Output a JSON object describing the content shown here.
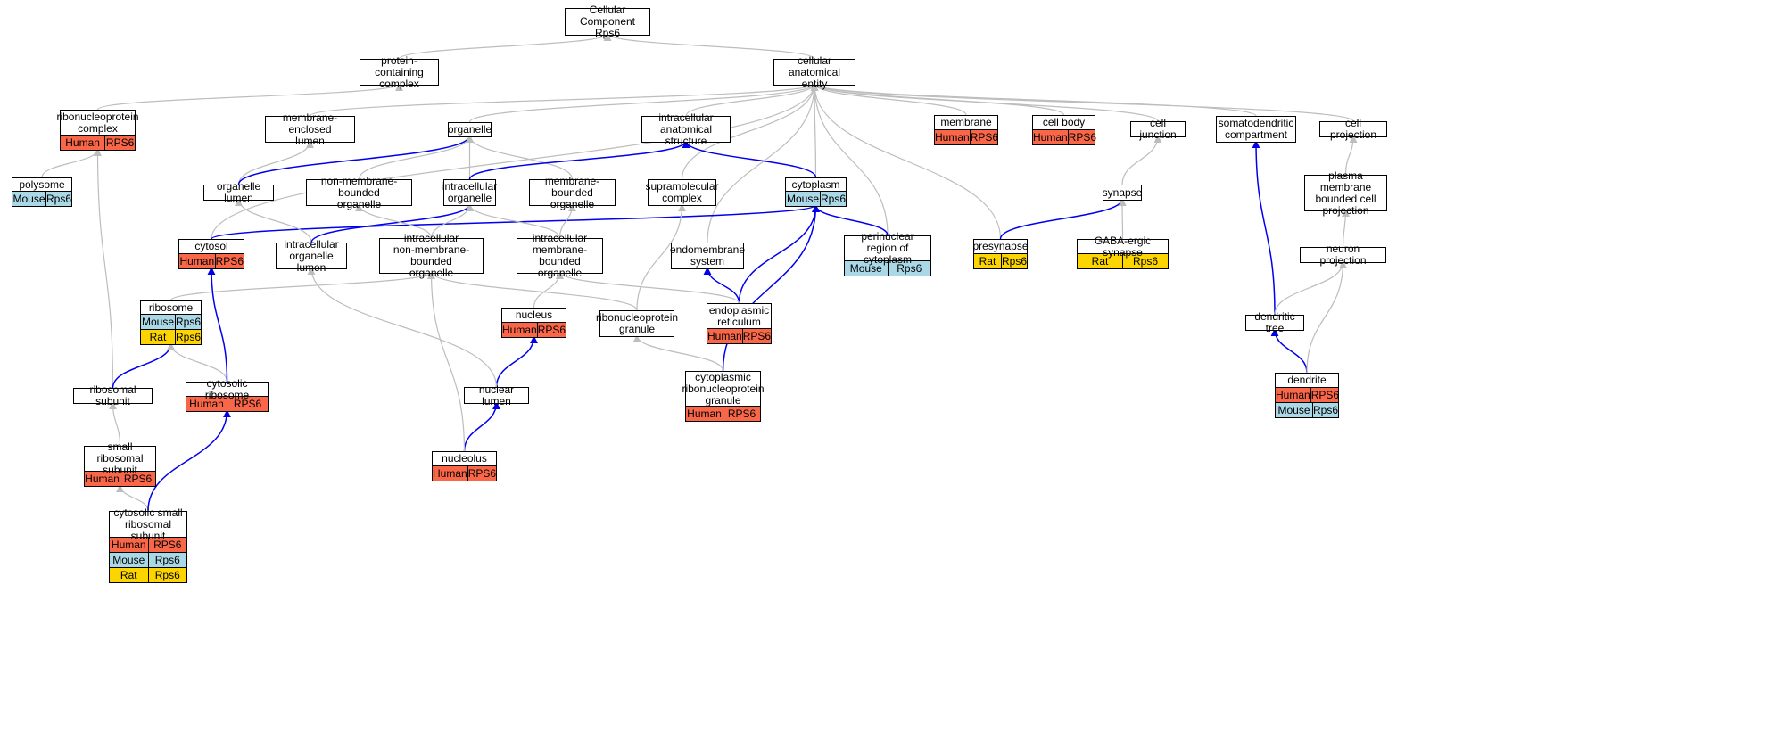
{
  "colors": {
    "gray_edge": "#bdbdbd",
    "blue_edge": "#0000ee",
    "Human": "#f96748",
    "Mouse": "#aad8e6",
    "Rat": "#fcd400"
  },
  "nodes": {
    "cc_root": {
      "label": "Cellular Component\nRps6",
      "rows": []
    },
    "protein_containing_complex": {
      "label": "protein-containing\ncomplex",
      "rows": []
    },
    "cellular_anatomical_entity": {
      "label": "cellular anatomical\nentity",
      "rows": []
    },
    "ribonucleoprotein_complex": {
      "label": "ribonucleoprotein\ncomplex",
      "rows": [
        {
          "species": "Human",
          "gene": "RPS6"
        }
      ]
    },
    "membrane_enclosed_lumen": {
      "label": "membrane-enclosed\nlumen",
      "rows": []
    },
    "organelle": {
      "label": "organelle",
      "rows": []
    },
    "intracellular_anatomical_structure": {
      "label": "intracellular\nanatomical structure",
      "rows": []
    },
    "membrane": {
      "label": "membrane",
      "rows": [
        {
          "species": "Human",
          "gene": "RPS6"
        }
      ]
    },
    "cell_body": {
      "label": "cell body",
      "rows": [
        {
          "species": "Human",
          "gene": "RPS6"
        }
      ]
    },
    "cell_junction": {
      "label": "cell junction",
      "rows": []
    },
    "somatodendritic_compartment": {
      "label": "somatodendritic\ncompartment",
      "rows": []
    },
    "cell_projection": {
      "label": "cell projection",
      "rows": []
    },
    "polysome": {
      "label": "polysome",
      "rows": [
        {
          "species": "Mouse",
          "gene": "Rps6"
        }
      ]
    },
    "organelle_lumen": {
      "label": "organelle lumen",
      "rows": []
    },
    "non_membrane_bounded_organelle": {
      "label": "non-membrane-bounded\norganelle",
      "rows": []
    },
    "intracellular_organelle": {
      "label": "intracellular\norganelle",
      "rows": []
    },
    "membrane_bounded_organelle": {
      "label": "membrane-bounded\norganelle",
      "rows": []
    },
    "supramolecular_complex": {
      "label": "supramolecular\ncomplex",
      "rows": []
    },
    "cytoplasm": {
      "label": "cytoplasm",
      "rows": [
        {
          "species": "Mouse",
          "gene": "Rps6"
        }
      ]
    },
    "synapse": {
      "label": "synapse",
      "rows": []
    },
    "plasma_membrane_bounded_cell_projection": {
      "label": "plasma membrane\nbounded cell\nprojection",
      "rows": []
    },
    "cytosol": {
      "label": "cytosol",
      "rows": [
        {
          "species": "Human",
          "gene": "RPS6"
        }
      ]
    },
    "intracellular_organelle_lumen": {
      "label": "intracellular\norganelle lumen",
      "rows": []
    },
    "intracellular_non_membrane_bounded_organelle": {
      "label": "intracellular\nnon-membrane-bounded\norganelle",
      "rows": []
    },
    "intracellular_membrane_bounded_organelle": {
      "label": "intracellular\nmembrane-bounded\norganelle",
      "rows": []
    },
    "endomembrane_system": {
      "label": "endomembrane\nsystem",
      "rows": []
    },
    "perinuclear_region": {
      "label": "perinuclear\nregion of cytoplasm",
      "rows": [
        {
          "species": "Mouse",
          "gene": "Rps6"
        }
      ]
    },
    "presynapse": {
      "label": "presynapse",
      "rows": [
        {
          "species": "Rat",
          "gene": "Rps6"
        }
      ]
    },
    "gaba_ergic_synapse": {
      "label": "GABA-ergic synapse",
      "rows": [
        {
          "species": "Rat",
          "gene": "Rps6"
        }
      ]
    },
    "neuron_projection": {
      "label": "neuron projection",
      "rows": []
    },
    "ribosome": {
      "label": "ribosome",
      "rows": [
        {
          "species": "Mouse",
          "gene": "Rps6"
        },
        {
          "species": "Rat",
          "gene": "Rps6"
        }
      ]
    },
    "nucleus": {
      "label": "nucleus",
      "rows": [
        {
          "species": "Human",
          "gene": "RPS6"
        }
      ]
    },
    "ribonucleoprotein_granule": {
      "label": "ribonucleoprotein\ngranule",
      "rows": []
    },
    "endoplasmic_reticulum": {
      "label": "endoplasmic\nreticulum",
      "rows": [
        {
          "species": "Human",
          "gene": "RPS6"
        }
      ]
    },
    "dendritic_tree": {
      "label": "dendritic tree",
      "rows": []
    },
    "ribosomal_subunit": {
      "label": "ribosomal subunit",
      "rows": []
    },
    "cytosolic_ribosome": {
      "label": "cytosolic ribosome",
      "rows": [
        {
          "species": "Human",
          "gene": "RPS6"
        }
      ]
    },
    "nuclear_lumen": {
      "label": "nuclear lumen",
      "rows": []
    },
    "cytoplasmic_rnp_granule": {
      "label": "cytoplasmic\nribonucleoprotein\ngranule",
      "rows": [
        {
          "species": "Human",
          "gene": "RPS6"
        }
      ]
    },
    "dendrite": {
      "label": "dendrite",
      "rows": [
        {
          "species": "Human",
          "gene": "RPS6"
        },
        {
          "species": "Mouse",
          "gene": "Rps6"
        }
      ]
    },
    "nucleolus": {
      "label": "nucleolus",
      "rows": [
        {
          "species": "Human",
          "gene": "RPS6"
        }
      ]
    },
    "small_ribosomal_subunit": {
      "label": "small ribosomal\nsubunit",
      "rows": [
        {
          "species": "Human",
          "gene": "RPS6"
        }
      ]
    },
    "cytosolic_small_ribosomal_subunit": {
      "label": "cytosolic small\nribosomal subunit",
      "rows": [
        {
          "species": "Human",
          "gene": "RPS6"
        },
        {
          "species": "Mouse",
          "gene": "Rps6"
        },
        {
          "species": "Rat",
          "gene": "Rps6"
        }
      ]
    }
  },
  "edges": [
    {
      "from": "protein_containing_complex",
      "to": "cc_root",
      "kind": "gray"
    },
    {
      "from": "cellular_anatomical_entity",
      "to": "cc_root",
      "kind": "gray"
    },
    {
      "from": "ribonucleoprotein_complex",
      "to": "protein_containing_complex",
      "kind": "gray"
    },
    {
      "from": "membrane_enclosed_lumen",
      "to": "cellular_anatomical_entity",
      "kind": "gray"
    },
    {
      "from": "organelle",
      "to": "cellular_anatomical_entity",
      "kind": "gray"
    },
    {
      "from": "intracellular_anatomical_structure",
      "to": "cellular_anatomical_entity",
      "kind": "gray"
    },
    {
      "from": "membrane",
      "to": "cellular_anatomical_entity",
      "kind": "gray"
    },
    {
      "from": "cell_body",
      "to": "cellular_anatomical_entity",
      "kind": "gray"
    },
    {
      "from": "cell_junction",
      "to": "cellular_anatomical_entity",
      "kind": "gray"
    },
    {
      "from": "somatodendritic_compartment",
      "to": "cellular_anatomical_entity",
      "kind": "gray"
    },
    {
      "from": "cell_projection",
      "to": "cellular_anatomical_entity",
      "kind": "gray"
    },
    {
      "from": "cytoplasm",
      "to": "cellular_anatomical_entity",
      "kind": "gray"
    },
    {
      "from": "supramolecular_complex",
      "to": "cellular_anatomical_entity",
      "kind": "gray"
    },
    {
      "from": "endomembrane_system",
      "to": "cellular_anatomical_entity",
      "kind": "gray"
    },
    {
      "from": "perinuclear_region",
      "to": "cellular_anatomical_entity",
      "kind": "gray"
    },
    {
      "from": "presynapse",
      "to": "cellular_anatomical_entity",
      "kind": "gray"
    },
    {
      "from": "cytosol",
      "to": "cellular_anatomical_entity",
      "kind": "gray"
    },
    {
      "from": "polysome",
      "to": "ribonucleoprotein_complex",
      "kind": "gray"
    },
    {
      "from": "ribosomal_subunit",
      "to": "ribonucleoprotein_complex",
      "kind": "gray"
    },
    {
      "from": "organelle_lumen",
      "to": "membrane_enclosed_lumen",
      "kind": "gray"
    },
    {
      "from": "organelle_lumen",
      "to": "organelle",
      "kind": "blue"
    },
    {
      "from": "non_membrane_bounded_organelle",
      "to": "organelle",
      "kind": "gray"
    },
    {
      "from": "intracellular_organelle",
      "to": "organelle",
      "kind": "gray"
    },
    {
      "from": "membrane_bounded_organelle",
      "to": "organelle",
      "kind": "gray"
    },
    {
      "from": "intracellular_organelle",
      "to": "intracellular_anatomical_structure",
      "kind": "blue"
    },
    {
      "from": "cytoplasm",
      "to": "intracellular_anatomical_structure",
      "kind": "blue"
    },
    {
      "from": "synapse",
      "to": "cell_junction",
      "kind": "gray"
    },
    {
      "from": "plasma_membrane_bounded_cell_projection",
      "to": "cell_projection",
      "kind": "gray"
    },
    {
      "from": "cytosol",
      "to": "cytoplasm",
      "kind": "blue"
    },
    {
      "from": "intracellular_organelle_lumen",
      "to": "organelle_lumen",
      "kind": "gray"
    },
    {
      "from": "intracellular_organelle_lumen",
      "to": "intracellular_organelle",
      "kind": "blue"
    },
    {
      "from": "intracellular_non_membrane_bounded_organelle",
      "to": "non_membrane_bounded_organelle",
      "kind": "gray"
    },
    {
      "from": "intracellular_non_membrane_bounded_organelle",
      "to": "intracellular_organelle",
      "kind": "gray"
    },
    {
      "from": "intracellular_membrane_bounded_organelle",
      "to": "intracellular_organelle",
      "kind": "gray"
    },
    {
      "from": "intracellular_membrane_bounded_organelle",
      "to": "membrane_bounded_organelle",
      "kind": "gray"
    },
    {
      "from": "ribonucleoprotein_granule",
      "to": "supramolecular_complex",
      "kind": "gray"
    },
    {
      "from": "ribonucleoprotein_granule",
      "to": "intracellular_non_membrane_bounded_organelle",
      "kind": "gray"
    },
    {
      "from": "perinuclear_region",
      "to": "cytoplasm",
      "kind": "blue"
    },
    {
      "from": "endoplasmic_reticulum",
      "to": "cytoplasm",
      "kind": "blue"
    },
    {
      "from": "endoplasmic_reticulum",
      "to": "endomembrane_system",
      "kind": "blue"
    },
    {
      "from": "endoplasmic_reticulum",
      "to": "intracellular_membrane_bounded_organelle",
      "kind": "gray"
    },
    {
      "from": "cytoplasmic_rnp_granule",
      "to": "cytoplasm",
      "kind": "blue"
    },
    {
      "from": "cytoplasmic_rnp_granule",
      "to": "ribonucleoprotein_granule",
      "kind": "gray"
    },
    {
      "from": "presynapse",
      "to": "synapse",
      "kind": "blue"
    },
    {
      "from": "gaba_ergic_synapse",
      "to": "synapse",
      "kind": "gray"
    },
    {
      "from": "neuron_projection",
      "to": "plasma_membrane_bounded_cell_projection",
      "kind": "gray"
    },
    {
      "from": "ribosome",
      "to": "intracellular_non_membrane_bounded_organelle",
      "kind": "gray"
    },
    {
      "from": "nucleus",
      "to": "intracellular_membrane_bounded_organelle",
      "kind": "gray"
    },
    {
      "from": "nuclear_lumen",
      "to": "nucleus",
      "kind": "blue"
    },
    {
      "from": "nuclear_lumen",
      "to": "intracellular_organelle_lumen",
      "kind": "gray"
    },
    {
      "from": "nucleolus",
      "to": "nuclear_lumen",
      "kind": "blue"
    },
    {
      "from": "nucleolus",
      "to": "intracellular_non_membrane_bounded_organelle",
      "kind": "gray"
    },
    {
      "from": "ribosomal_subunit",
      "to": "ribosome",
      "kind": "blue"
    },
    {
      "from": "cytosolic_ribosome",
      "to": "ribosome",
      "kind": "gray"
    },
    {
      "from": "cytosolic_ribosome",
      "to": "cytosol",
      "kind": "blue"
    },
    {
      "from": "small_ribosomal_subunit",
      "to": "ribosomal_subunit",
      "kind": "gray"
    },
    {
      "from": "cytosolic_small_ribosomal_subunit",
      "to": "small_ribosomal_subunit",
      "kind": "gray"
    },
    {
      "from": "cytosolic_small_ribosomal_subunit",
      "to": "cytosolic_ribosome",
      "kind": "blue"
    },
    {
      "from": "dendritic_tree",
      "to": "somatodendritic_compartment",
      "kind": "blue"
    },
    {
      "from": "dendritic_tree",
      "to": "neuron_projection",
      "kind": "gray"
    },
    {
      "from": "dendrite",
      "to": "dendritic_tree",
      "kind": "blue"
    },
    {
      "from": "dendrite",
      "to": "neuron_projection",
      "kind": "gray"
    }
  ]
}
